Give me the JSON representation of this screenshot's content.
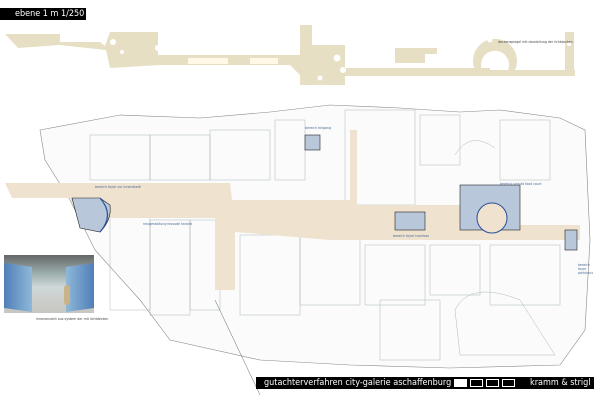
{
  "header": {
    "title": "ebene 1   m 1/250"
  },
  "ceiling_plan": {
    "caption": "deckenspiegel mit darstellung der lichtdecken"
  },
  "render": {
    "caption": "innenansicht aus system der mit lichtdecken"
  },
  "plan_labels": {
    "foyer_innenstadt": "bereich foyer zur innenstadt",
    "fassade": "neugestaltung fassade kanzlei",
    "eingang": "bereich eingang",
    "foyer_hochbau": "bereich foyer hochbau",
    "food_court": "bereich schnitt food court",
    "east": "bereich foyer parkhaus"
  },
  "footer": {
    "project": "gutachterverfahren city-galerie aschaffenburg",
    "authors": "kramm & strigl",
    "sheets": [
      true,
      false,
      false,
      false
    ]
  },
  "colors": {
    "corridor": "#efe2cf",
    "ceiling": "#e6dfc4",
    "highlight": "#b8c7d9",
    "accent": "#2a4f9a"
  }
}
